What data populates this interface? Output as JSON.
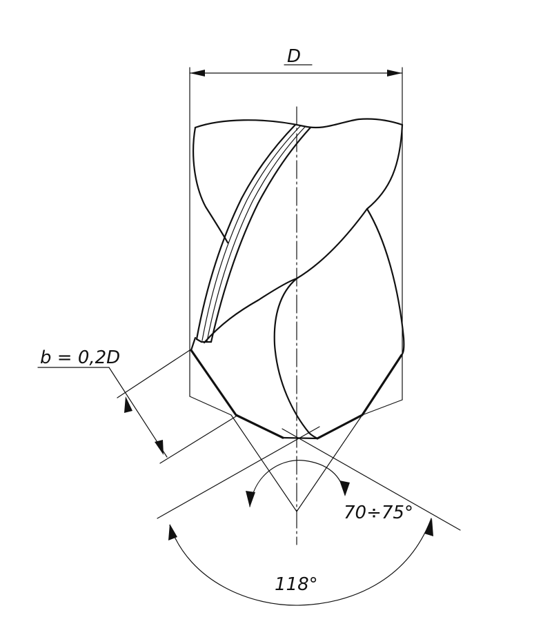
{
  "labels": {
    "diameter": "D",
    "width": "b = 0,2D",
    "angle_inner": "70÷75°",
    "angle_point": "118°"
  }
}
